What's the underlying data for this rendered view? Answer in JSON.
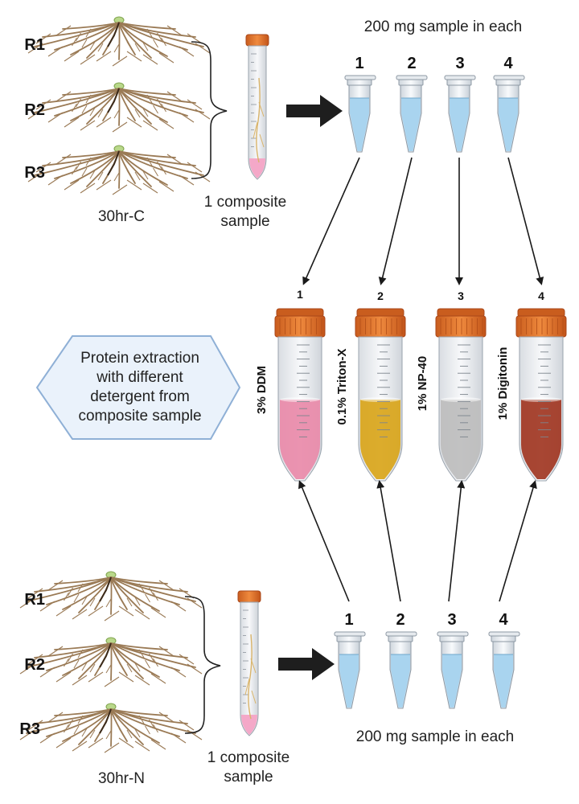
{
  "top": {
    "roots": [
      "R1",
      "R2",
      "R3"
    ],
    "group_label": "30hr-C",
    "composite_label": [
      "1 composite",
      "sample"
    ],
    "aliquot_label": "200 mg sample in each",
    "tube_numbers": [
      "1",
      "2",
      "3",
      "4"
    ]
  },
  "middle": {
    "hexagon_text": [
      "Protein extraction",
      "with different",
      "detergent from",
      "composite sample"
    ],
    "tube_numbers": [
      "1",
      "2",
      "3",
      "4"
    ],
    "detergents": [
      {
        "label": "3% DDM",
        "color": "#e98aa9"
      },
      {
        "label": "0.1% Triton-X",
        "color": "#d9a51a"
      },
      {
        "label": "1% NP-40",
        "color": "#bdbdbd"
      },
      {
        "label": "1% Digitonin",
        "color": "#a13622"
      }
    ]
  },
  "bottom": {
    "roots": [
      "R1",
      "R2",
      "R3"
    ],
    "group_label": "30hr-N",
    "composite_label": [
      "1 composite",
      "sample"
    ],
    "aliquot_label": "200 mg sample in each",
    "tube_numbers": [
      "1",
      "2",
      "3",
      "4"
    ]
  },
  "colors": {
    "cap_orange": "#e0702a",
    "root_brown": "#9a7a55",
    "liquid_blue": "#a9d4ef",
    "composite_pink": "#f4a8c8",
    "hexagon_fill": "#eaf2fb",
    "hexagon_stroke": "#8fb0d6"
  }
}
